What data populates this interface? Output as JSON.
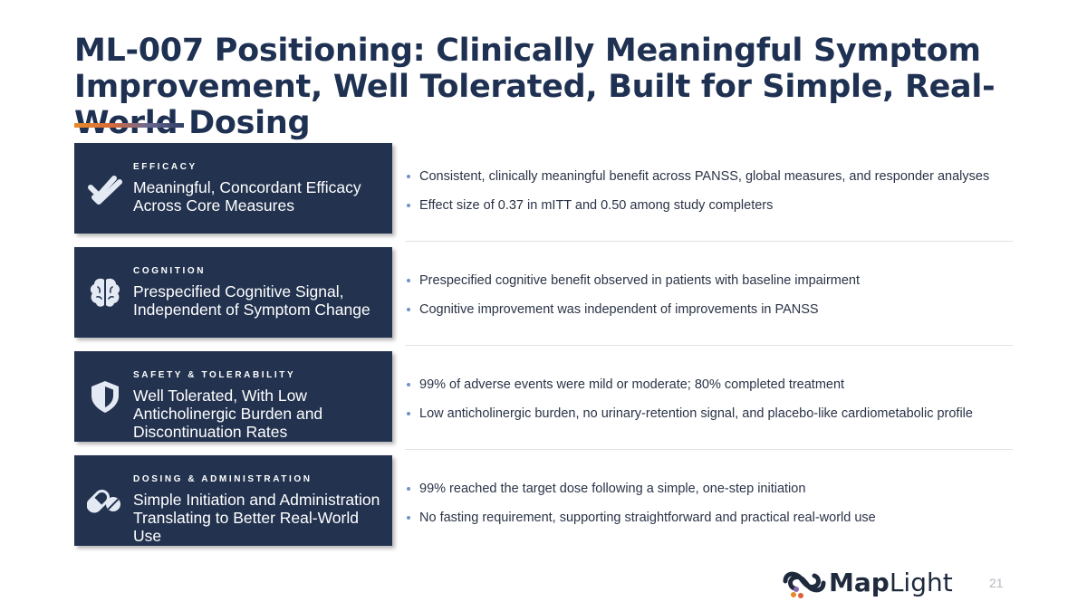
{
  "title": "ML-007 Positioning: Clinically Meaningful Symptom Improvement, Well Tolerated, Built for Simple, Real-World Dosing",
  "rows": [
    {
      "eyebrow": "EFFICACY",
      "heading": "Meaningful, Concordant Efficacy Across Core Measures",
      "icon": "double-check-icon",
      "bullets": [
        "Consistent, clinically meaningful benefit across PANSS, global measures, and responder analyses",
        "Effect size of 0.37 in mITT and 0.50 among study completers"
      ]
    },
    {
      "eyebrow": "COGNITION",
      "heading": "Prespecified Cognitive Signal, Independent of Symptom Change",
      "icon": "brain-icon",
      "bullets": [
        "Prespecified cognitive benefit observed in patients with baseline impairment",
        "Cognitive improvement was independent of improvements in PANSS"
      ]
    },
    {
      "eyebrow": "SAFETY & TOLERABILITY",
      "heading": "Well Tolerated, With Low Anticholinergic Burden and Discontinuation Rates",
      "icon": "shield-icon",
      "bullets": [
        "99% of adverse events were mild or moderate; 80% completed treatment",
        "Low anticholinergic burden, no urinary-retention signal, and placebo-like cardiometabolic profile"
      ]
    },
    {
      "eyebrow": "DOSING & ADMINISTRATION",
      "heading": "Simple Initiation and Administration Translating to Better Real-World Use",
      "icon": "pills-icon",
      "bullets": [
        "99% reached the target dose following a simple, one-step initiation",
        "No fasting requirement, supporting straightforward and practical real-world use"
      ]
    }
  ],
  "logo": {
    "part1": "Map",
    "part2": "Light"
  },
  "page_number": "21",
  "colors": {
    "card": "#22324f",
    "title": "#1f3152",
    "bullet": "#6f93c4",
    "accent_start": "#e58a2b",
    "accent_end": "#2f3f63"
  }
}
